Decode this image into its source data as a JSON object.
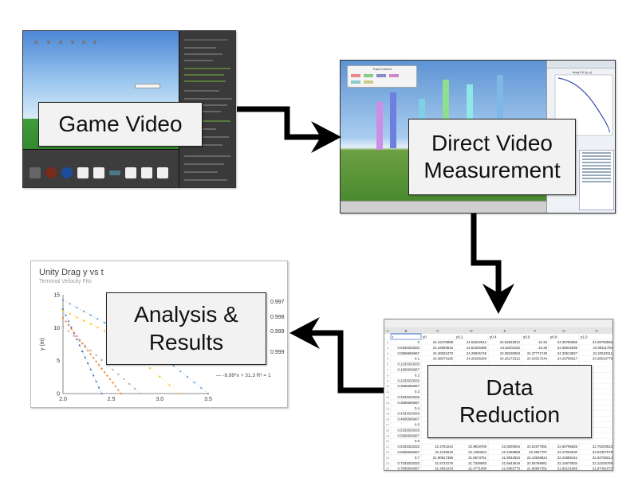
{
  "labels": {
    "game_video": "Game Video",
    "direct_video_measurement": [
      "Direct Video",
      "Measurement"
    ],
    "analysis_results": [
      "Analysis &",
      "Results"
    ],
    "data_reduction": [
      "Data",
      "Reduction"
    ]
  },
  "chart_data": {
    "type": "scatter",
    "title": "Unity Drag y vs t",
    "subtitle": "Terminal Velocity Fits",
    "xlabel": "",
    "ylabel": "y (m)",
    "xlim": [
      2.0,
      3.5
    ],
    "ylim": [
      0,
      15
    ],
    "xticks": [
      "2.0",
      "2.5",
      "3.0",
      "3.5"
    ],
    "yticks": [
      "0",
      "5",
      "10",
      "15"
    ],
    "series": [
      {
        "color": "#4472c4",
        "x": [
          2.0,
          2.2,
          2.4
        ],
        "y": [
          12.8,
          6.4,
          0
        ]
      },
      {
        "color": "#ed7d31",
        "x": [
          2.0,
          2.2,
          2.4,
          2.6
        ],
        "y": [
          11.5,
          7.6,
          3.8,
          0
        ]
      },
      {
        "color": "#a5a5a5",
        "x": [
          2.0,
          2.4,
          2.8
        ],
        "y": [
          10.2,
          5.1,
          0
        ]
      },
      {
        "color": "#ffc000",
        "x": [
          2.0,
          2.5,
          3.2
        ],
        "y": [
          12.6,
          9.0,
          0
        ]
      },
      {
        "color": "#5b9bd5",
        "x": [
          2.0,
          2.5,
          3.0,
          3.5
        ],
        "y": [
          14.2,
          10.2,
          5.9,
          0
        ]
      }
    ],
    "r2_labels": [
      "0.997",
      "0.998",
      "0.999",
      "0.999"
    ],
    "fit_label": "— -8.99*x + 31.3 R² = 1"
  },
  "spreadsheet": {
    "header": [
      "A",
      "B",
      "C",
      "D",
      "E",
      "F",
      "G",
      "H"
    ],
    "column_labels": [
      "t",
      "y0",
      "y0.2",
      "y0.4",
      "y0.6",
      "y0.8",
      "y1.0"
    ],
    "rows": [
      [
        "0",
        "24.43478088",
        "24.52522912",
        "24.52522912",
        "24.32",
        "24.35780556",
        "24.29760556"
      ],
      [
        "0.0333333333",
        "24.43093515",
        "24.52326489",
        "24.52401162",
        "24.38",
        "24.35542935",
        "24.09111784"
      ],
      [
        "0.0666666667",
        "24.40632473",
        "24.29845745",
        "24.38109063",
        "24.37771749",
        "24.33613827",
        "24.22533111"
      ],
      [
        "0.1",
        "24.38079195",
        "24.26205269",
        "24.26172312",
        "24.33317244",
        "24.29785817",
        "24.28510776"
      ],
      [
        "0.1333333333",
        "",
        "",
        "",
        "",
        "",
        ""
      ],
      [
        "0.1666666667",
        "",
        "",
        "",
        "",
        "",
        ""
      ],
      [
        "0.2",
        "",
        "",
        "",
        "",
        "",
        ""
      ],
      [
        "0.2333333333",
        "",
        "",
        "",
        "",
        "",
        ""
      ],
      [
        "0.2666666667",
        "",
        "",
        "",
        "",
        "",
        ""
      ],
      [
        "0.3",
        "",
        "",
        "",
        "",
        "",
        ""
      ],
      [
        "0.3333333333",
        "",
        "",
        "",
        "",
        "",
        ""
      ],
      [
        "0.3666666667",
        "",
        "",
        "",
        "",
        "",
        ""
      ],
      [
        "0.4",
        "",
        "",
        "",
        "",
        "",
        ""
      ],
      [
        "0.4333333333",
        "",
        "",
        "",
        "",
        "",
        ""
      ],
      [
        "0.4666666667",
        "",
        "",
        "",
        "",
        "",
        ""
      ],
      [
        "0.5",
        "",
        "",
        "",
        "",
        "",
        ""
      ],
      [
        "0.5333333333",
        "",
        "",
        "",
        "",
        "",
        ""
      ],
      [
        "0.5666666667",
        "",
        "",
        "",
        "",
        "",
        ""
      ],
      [
        "0.6",
        "",
        "",
        "",
        "",
        "",
        ""
      ],
      [
        "0.6333333333",
        "22.3764244",
        "22.9819769",
        "22.6505054",
        "22.62577891",
        "22.66796626",
        "22.79230523"
      ],
      [
        "0.6666666667",
        "22.1126515",
        "22.1380634",
        "22.2468868",
        "22.3657767",
        "22.47062030",
        "22.54307679"
      ],
      [
        "0.7",
        "21.80917386",
        "21.8673751",
        "21.9932504",
        "22.10636824",
        "22.22585441",
        "22.34758214"
      ],
      [
        "0.7333333333",
        "21.5723175",
        "21.7349083",
        "21.6644519",
        "22.05766561",
        "22.14670034",
        "22.12236759"
      ],
      [
        "0.7666666667",
        "21.3931033",
        "21.4771588",
        "21.6802773",
        "21.80697351",
        "21.90131665",
        "21.97491073"
      ]
    ]
  },
  "tracker": {
    "window_title": "Track Control",
    "plot_title": "drag 0.6 (y, y)"
  }
}
